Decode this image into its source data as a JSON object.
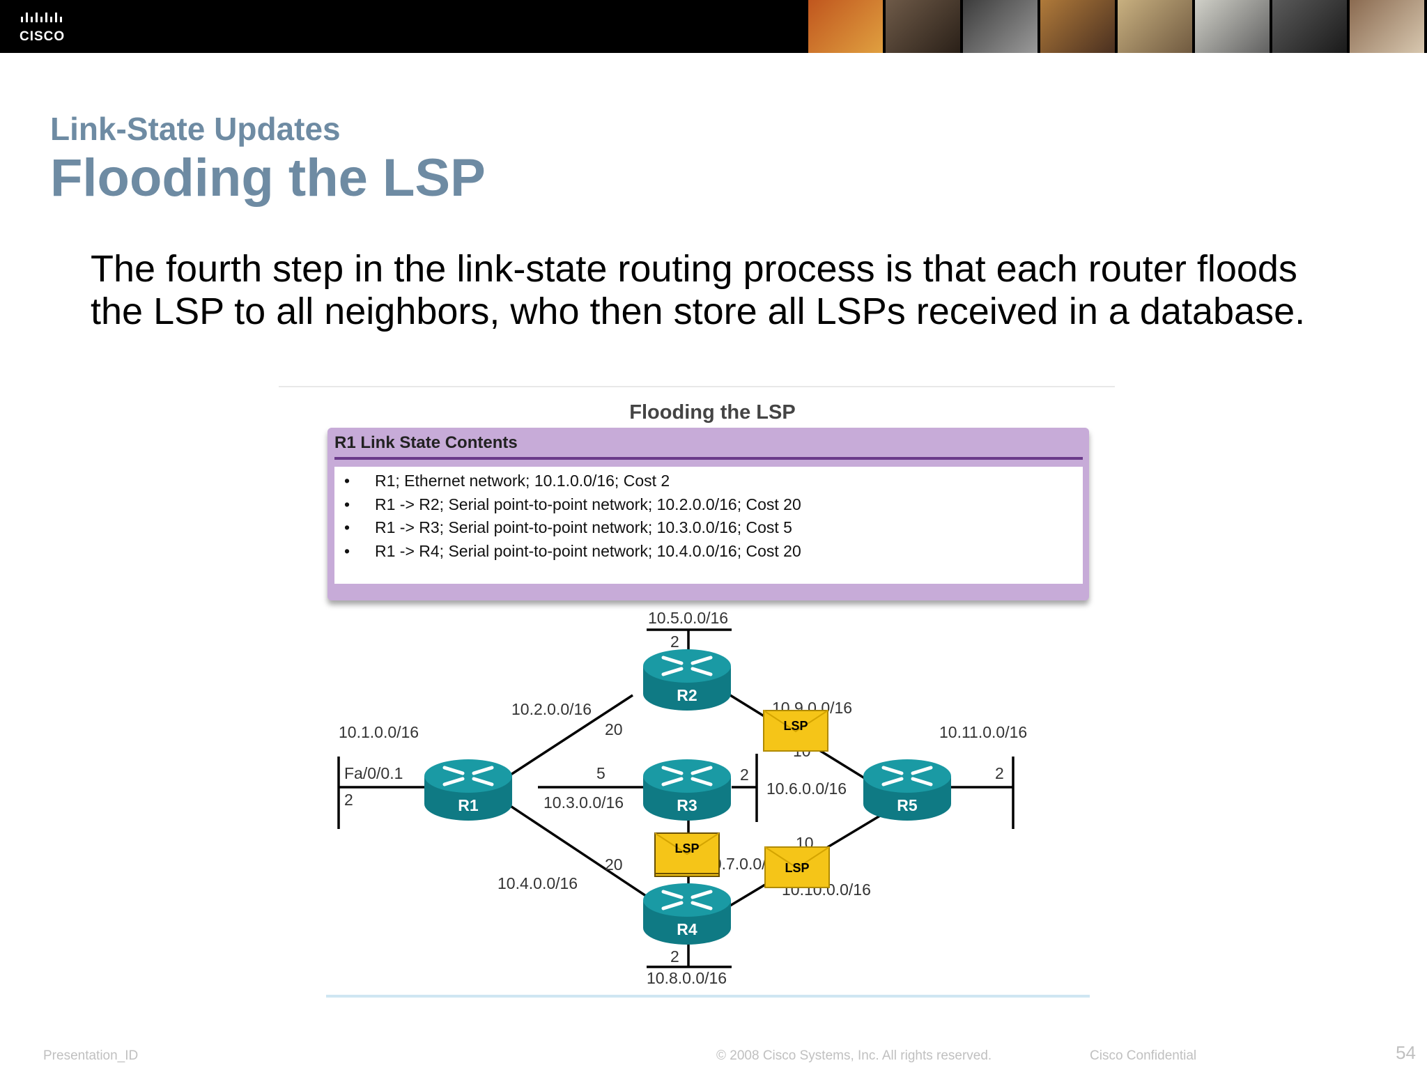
{
  "header": {
    "logo_text": "CISCO",
    "photo_colors": [
      "#c0561e",
      "#6e5a48",
      "#3c3c3c",
      "#b07a3a",
      "#c8b080",
      "#d0d0c8",
      "#5a5a5a",
      "#8a6a50"
    ]
  },
  "slide": {
    "subtitle": "Link-State Updates",
    "title": "Flooding the LSP",
    "body": "The fourth step in the link-state routing process is that each router floods the LSP to all neighbors, who then store all LSPs received in a database."
  },
  "figure": {
    "title": "Flooding the LSP",
    "box_title": "R1 Link State Contents",
    "items": [
      "R1; Ethernet network; 10.1.0.0/16; Cost 2",
      "R1 -> R2; Serial point-to-point network; 10.2.0.0/16; Cost 20",
      "R1 -> R3; Serial point-to-point network; 10.3.0.0/16; Cost 5",
      "R1 -> R4; Serial point-to-point network; 10.4.0.0/16; Cost 20"
    ],
    "routers": {
      "r1": "R1",
      "r2": "R2",
      "r3": "R3",
      "r4": "R4",
      "r5": "R5"
    },
    "envelope_label": "LSP",
    "labels": {
      "net_10_5": "10.5.0.0/16",
      "cost_r2_top": "2",
      "net_10_2": "10.2.0.0/16",
      "cost_r1r2": "20",
      "net_10_1": "10.1.0.0/16",
      "iface_r1": "Fa/0/0.1",
      "cost_r1_left": "2",
      "cost_r1r3": "5",
      "net_10_3": "10.3.0.0/16",
      "cost_r3_right": "2",
      "net_10_9": "10.9.0.0/16",
      "cost_r2r5": "10",
      "net_10_6": "10.6.0.0/16",
      "net_10_11": "10.11.0.0/16",
      "cost_r5_right": "2",
      "cost_r1r4": "20",
      "net_10_4": "10.4.0.0/16",
      "net_10_7": "10.7.0.0/16",
      "cost_r4r5": "10",
      "net_10_10": "10.10.0.0/16",
      "cost_r4_bottom": "2",
      "net_10_8": "10.8.0.0/16"
    },
    "colors": {
      "router": "#0f7a84",
      "router_top": "#1a9aa4",
      "envelope": "#f5c518",
      "link": "#000000"
    }
  },
  "footer": {
    "left": "Presentation_ID",
    "center": "© 2008 Cisco Systems, Inc. All rights reserved.",
    "right": "Cisco Confidential",
    "page": "54"
  }
}
